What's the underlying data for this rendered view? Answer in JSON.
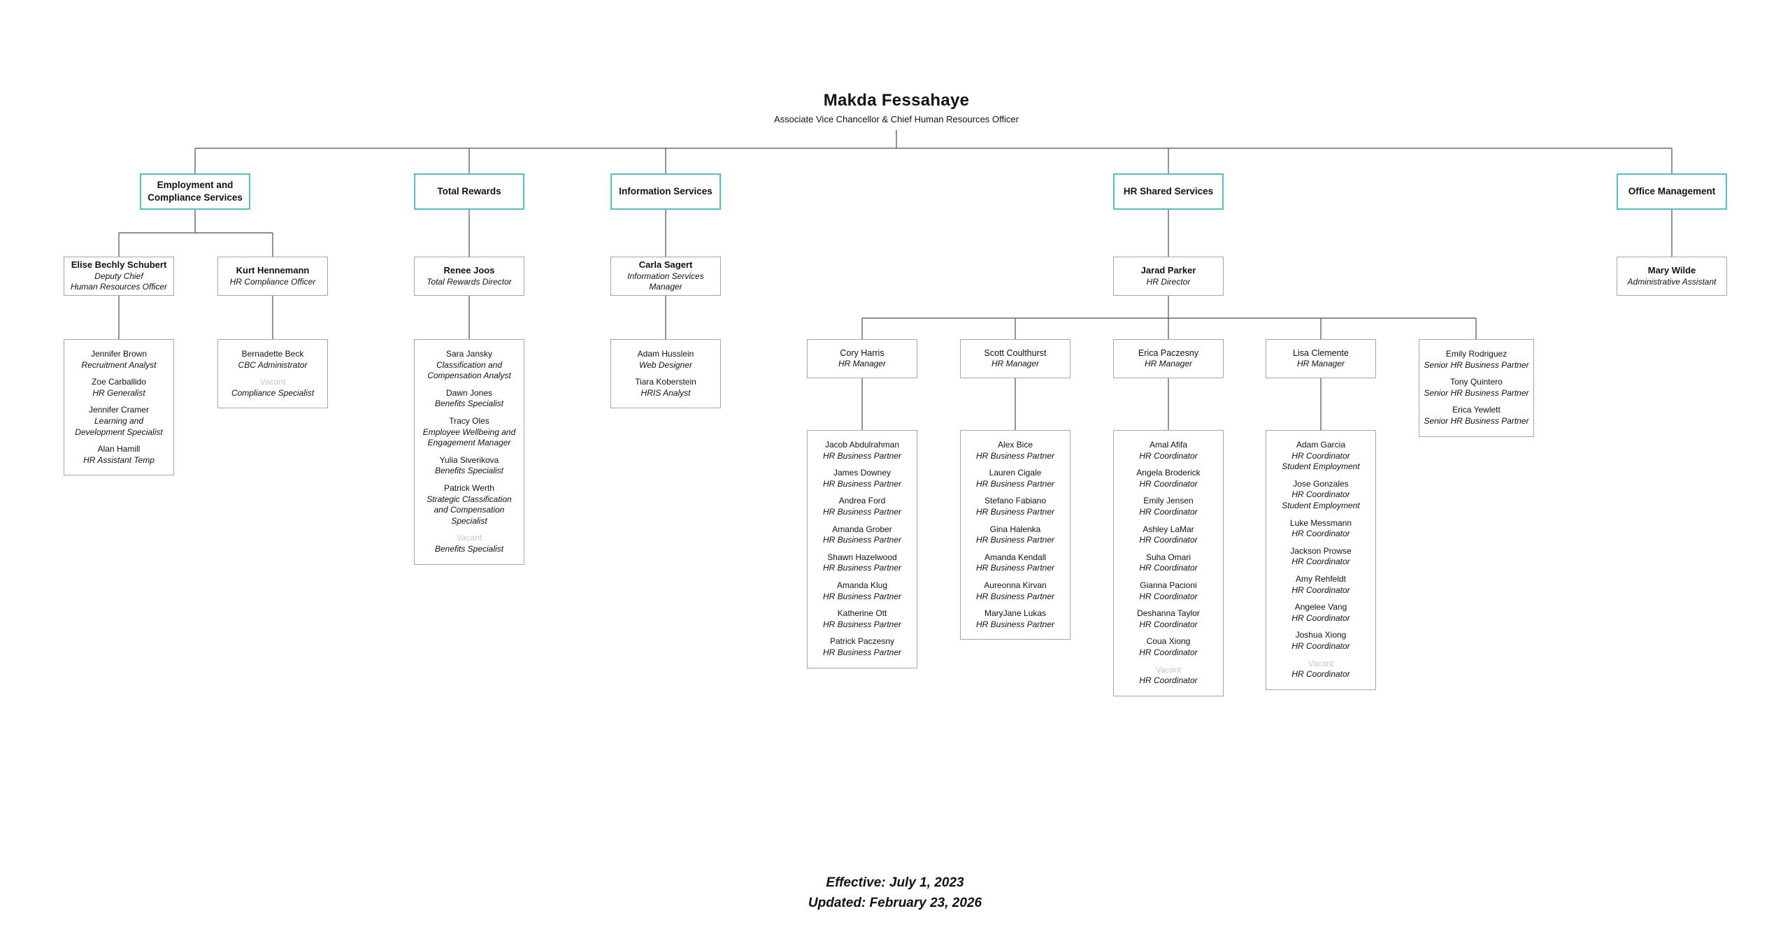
{
  "colors": {
    "accent": "#4ec3c3",
    "connector": "#4d4d4d",
    "vacant_text": "#c6c6c6"
  },
  "root": {
    "name": "Makda Fessahaye",
    "title": "Associate Vice Chancellor & Chief Human Resources Officer"
  },
  "departments": [
    {
      "label": "Employment and\nCompliance Services",
      "managers": [
        {
          "name": "Elise Bechly Schubert",
          "title": "Deputy Chief\nHuman Resources Officer",
          "staff": [
            {
              "name": "Jennifer Brown",
              "title": "Recruitment Analyst"
            },
            {
              "name": "Zoe Carballido",
              "title": "HR Generalist"
            },
            {
              "name": "Jennifer Cramer",
              "title": "Learning and\nDevelopment Specialist"
            },
            {
              "name": "Alan Hamill",
              "title": "HR Assistant Temp"
            }
          ]
        },
        {
          "name": "Kurt Hennemann",
          "title": "HR Compliance Officer",
          "staff": [
            {
              "name": "Bernadette Beck",
              "title": "CBC Administrator"
            },
            {
              "name": "Vacant",
              "title": "Compliance Specialist",
              "vacant": true
            }
          ]
        }
      ]
    },
    {
      "label": "Total Rewards",
      "managers": [
        {
          "name": "Renee Joos",
          "title": "Total Rewards Director",
          "staff": [
            {
              "name": "Sara Jansky",
              "title": "Classification and\nCompensation Analyst"
            },
            {
              "name": "Dawn Jones",
              "title": "Benefits Specialist"
            },
            {
              "name": "Tracy Oles",
              "title": "Employee Wellbeing and\nEngagement Manager"
            },
            {
              "name": "Yulia Siverikova",
              "title": "Benefits Specialist"
            },
            {
              "name": "Patrick Werth",
              "title": "Strategic Classification\nand Compensation\nSpecialist"
            },
            {
              "name": "Vacant",
              "title": "Benefits Specialist",
              "vacant": true
            }
          ]
        }
      ]
    },
    {
      "label": "Information Services",
      "managers": [
        {
          "name": "Carla Sagert",
          "title": "Information Services Manager",
          "staff": [
            {
              "name": "Adam Husslein",
              "title": "Web Designer"
            },
            {
              "name": "Tiara Koberstein",
              "title": "HRIS Analyst"
            }
          ]
        }
      ]
    },
    {
      "label": "HR Shared Services",
      "managers": [
        {
          "name": "Jarad Parker",
          "title": "HR Director"
        }
      ],
      "teams": [
        {
          "lead": {
            "name": "Cory Harris",
            "title": "HR Manager"
          },
          "staff": [
            {
              "name": "Jacob Abdulrahman",
              "title": "HR Business Partner"
            },
            {
              "name": "James Downey",
              "title": "HR Business Partner"
            },
            {
              "name": "Andrea Ford",
              "title": "HR Business Partner"
            },
            {
              "name": "Amanda Grober",
              "title": "HR Business Partner"
            },
            {
              "name": "Shawn Hazelwood",
              "title": "HR Business Partner"
            },
            {
              "name": "Amanda Klug",
              "title": "HR Business Partner"
            },
            {
              "name": "Katherine Ott",
              "title": "HR Business Partner"
            },
            {
              "name": "Patrick Paczesny",
              "title": "HR Business Partner"
            }
          ]
        },
        {
          "lead": {
            "name": "Scott Coulthurst",
            "title": "HR Manager"
          },
          "staff": [
            {
              "name": "Alex Bice",
              "title": "HR Business Partner"
            },
            {
              "name": "Lauren Cigale",
              "title": "HR Business Partner"
            },
            {
              "name": "Stefano Fabiano",
              "title": "HR Business Partner"
            },
            {
              "name": "Gina Halenka",
              "title": "HR Business Partner"
            },
            {
              "name": "Amanda Kendall",
              "title": "HR Business Partner"
            },
            {
              "name": "Aureonna Kirvan",
              "title": "HR Business Partner"
            },
            {
              "name": "MaryJane Lukas",
              "title": "HR Business Partner"
            }
          ]
        },
        {
          "lead": {
            "name": "Erica Paczesny",
            "title": "HR Manager"
          },
          "staff": [
            {
              "name": "Amal Afifa",
              "title": "HR Coordinator"
            },
            {
              "name": "Angela Broderick",
              "title": "HR Coordinator"
            },
            {
              "name": "Emily Jensen",
              "title": "HR Coordinator"
            },
            {
              "name": "Ashley LaMar",
              "title": "HR Coordinator"
            },
            {
              "name": "Suha Omari",
              "title": "HR Coordinator"
            },
            {
              "name": "Gianna Pacioni",
              "title": "HR Coordinator"
            },
            {
              "name": "Deshanna Taylor",
              "title": "HR Coordinator"
            },
            {
              "name": "Coua Xiong",
              "title": "HR Coordinator"
            },
            {
              "name": "Vacant",
              "title": "HR Coordinator",
              "vacant": true
            }
          ]
        },
        {
          "lead": {
            "name": "Lisa Clemente",
            "title": "HR Manager"
          },
          "staff": [
            {
              "name": "Adam Garcia",
              "title": "HR Coordinator\nStudent Employment"
            },
            {
              "name": "Jose Gonzales",
              "title": "HR Coordinator\nStudent Employment"
            },
            {
              "name": "Luke Messmann",
              "title": "HR Coordinator"
            },
            {
              "name": "Jackson Prowse",
              "title": "HR Coordinator"
            },
            {
              "name": "Amy Rehfeldt",
              "title": "HR Coordinator"
            },
            {
              "name": "Angelee Vang",
              "title": "HR Coordinator"
            },
            {
              "name": "Joshua Xiong",
              "title": "HR Coordinator"
            },
            {
              "name": "Vacant",
              "title": "HR Coordinator",
              "vacant": true
            }
          ]
        },
        {
          "lead": null,
          "staff": [
            {
              "name": "Emily Rodriguez",
              "title": "Senior HR Business Partner"
            },
            {
              "name": "Tony Quintero",
              "title": "Senior HR Business Partner"
            },
            {
              "name": "Erica Yewlett",
              "title": "Senior HR Business Partner"
            }
          ]
        }
      ]
    },
    {
      "label": "Office Management",
      "managers": [
        {
          "name": "Mary Wilde",
          "title": "Administrative Assistant"
        }
      ]
    }
  ],
  "footer": {
    "effective": "Effective: July 1, 2023",
    "updated": "Updated: February 23, 2026"
  }
}
